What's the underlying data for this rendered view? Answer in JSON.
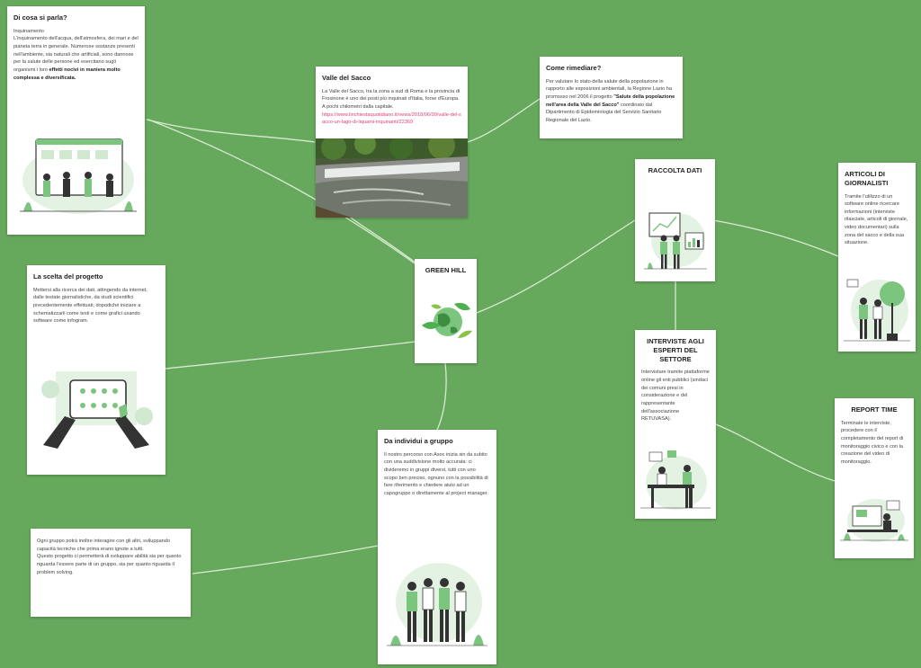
{
  "colors": {
    "background": "#66a85c",
    "card": "#ffffff",
    "connector": "#d9ead3",
    "accent_green": "#7cc57e",
    "link": "#e0407b"
  },
  "cards": {
    "di_cosa": {
      "title": "Di cosa si parla?",
      "line1": "Inquinamento",
      "line2": " L'inquinamento dell'acqua, dell'atmosfera, dei mari e del pianeta terra in generale. Numerose sostanze presenti nell'ambiente, sia naturali che artificiali, sono dannose per la salute delle persone ed esercitano sugli organismi i loro ",
      "bold": "effetti nocivi in maniera molto complessa e diversificata.",
      "icon": "people-at-screens-illustration"
    },
    "valle": {
      "title": "Valle del Sacco",
      "text": "La Valle del Sacco, tra la zona a sud di Roma e la provincia di Frosinone è uno dei posti più inquinati d'Italia, forse d'Europa. A pochi chilometri dalla capitale.",
      "link": "https://www.linchiestaquotidiano.it/news/2018/06/09/valle-del-sacco-un-lago-di-liquami-inquinanti/22369",
      "icon": "river-photo"
    },
    "rimediare": {
      "title": "Come rimediare?",
      "text": "Per valutare lo stato della salute della popolazione in rapporto alle esposizioni ambientali, la Regione Lazio ha promosso nel 2006 il progetto ",
      "bold": "\"Salute della popolazione nell'area della Valle del Sacco\"",
      "text2": " coordinato dal Dipartimento di Epidemiologia del Servizio Sanitario Regionale del Lazio."
    },
    "raccolta": {
      "title": "RACCOLTA DATI",
      "icon": "data-analysis-illustration"
    },
    "articoli": {
      "title": "ARTICOLI DI GIORNALISTI",
      "text": "Tramite l'utilizzo di un software online ricercare informazioni (interviste rilasciate, articoli di giornale, video documentari) sulla zona del sacco e della sua situazione.",
      "icon": "interview-plant-illustration"
    },
    "scelta": {
      "title": "La scelta del progetto",
      "text": "Mettersi alla ricerca dei dati, attingendo da internet, dalle testate giornalistiche, da studi scientifici precedentemente effettuati; dopodiché iniziare a schematizzarli come testi e come grafici usando software come infogram.",
      "icon": "tablet-hands-illustration"
    },
    "green_hill": {
      "title": "GREEN HILL",
      "icon": "globe-leaves-icon"
    },
    "interviste": {
      "title": "INTERVISTE AGLI ESPERTI DEL SETTORE",
      "text": "Intervistare tramite piattaforme online gli enti pubblici  (sindaci dei comuni presi in considerazione e del rappresentante dell'associazione RETUVASA).",
      "icon": "meeting-illustration"
    },
    "report": {
      "title": "REPORT TIME",
      "text": "Terminate le interviste, procedere con il completamento del report di monitoraggio civico e con la creazione del video di monitoraggio.",
      "icon": "desk-computer-illustration"
    },
    "individui": {
      "title": "Da individui a gruppo",
      "text": "Il nostro percorso con Asoc  inizia sin da subito con una suddivisione molto accurata: ci divideremo in gruppi diversi, tutti con uno scopo ben preciso, ognuno con la possibilità di fare riferimento e chiedere aiuto ad un capogruppo o direttamente al project manager.",
      "icon": "team-group-illustration"
    },
    "gruppo": {
      "text1": "Ogni gruppo  potrà inoltre interagire con gli altri, sviluppando capacità tecniche  che prima erano ignote a tutti.",
      "text2": "Questo progetto ci permetterà di sviluppare abilità sia per quanto riguarda l'essere parte di un gruppo, sia per quanto riguarda il problem solving."
    }
  }
}
